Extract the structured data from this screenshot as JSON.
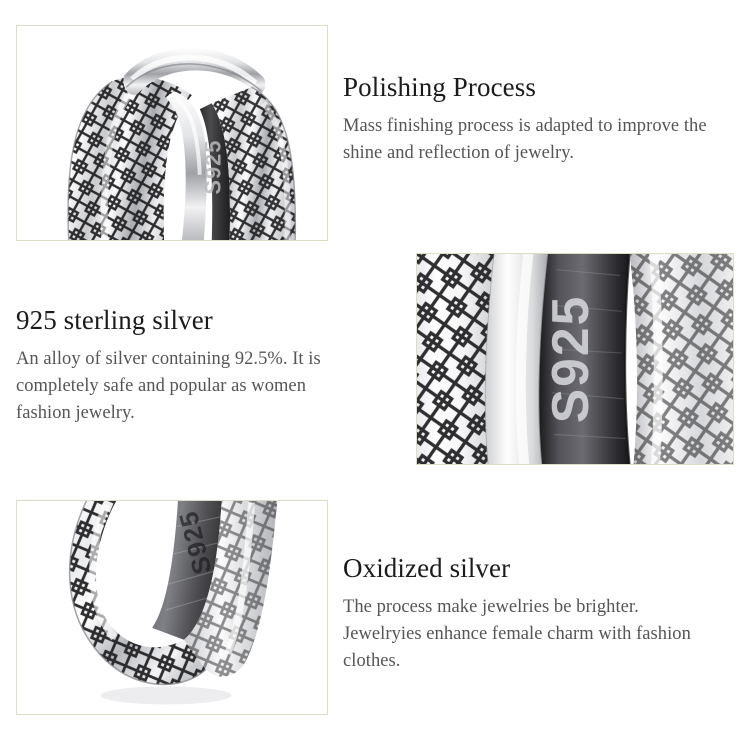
{
  "page": {
    "background_color": "#ffffff",
    "frame_border_color": "#dcdcc8",
    "heading_color": "#1b1b1b",
    "body_color": "#555555",
    "product": "925 sterling silver oxidized lattice hoop earring"
  },
  "features": [
    {
      "id": "polishing-process",
      "heading": "Polishing Process",
      "body": "Mass finishing process is adapted to improve the shine and reflection of jewelry.",
      "image": {
        "name": "hoop-earring-top-view-photo",
        "alt": "Silver hoop earring with diamond crosshatch lattice pattern and oxidized interior",
        "hallmark": "S925"
      }
    },
    {
      "id": "925-sterling-silver",
      "heading": "925 sterling silver",
      "body": "An alloy of silver containing 92.5%. It is completely safe and popular as women fashion jewelry.",
      "image": {
        "name": "s925-hallmark-macro-photo",
        "alt": "Macro close-up of the oxidized inner band showing the S925 hallmark stamp",
        "hallmark": "S925"
      }
    },
    {
      "id": "oxidized-silver",
      "heading": "Oxidized silver",
      "body": "The process make jewelries be brighter. Jewelryies enhance female charm with fashion clothes.",
      "image": {
        "name": "hoop-earring-bottom-view-photo",
        "alt": "Bottom of the silver hoop showing the oxidized lattice texture",
        "hallmark": "S925"
      }
    }
  ]
}
